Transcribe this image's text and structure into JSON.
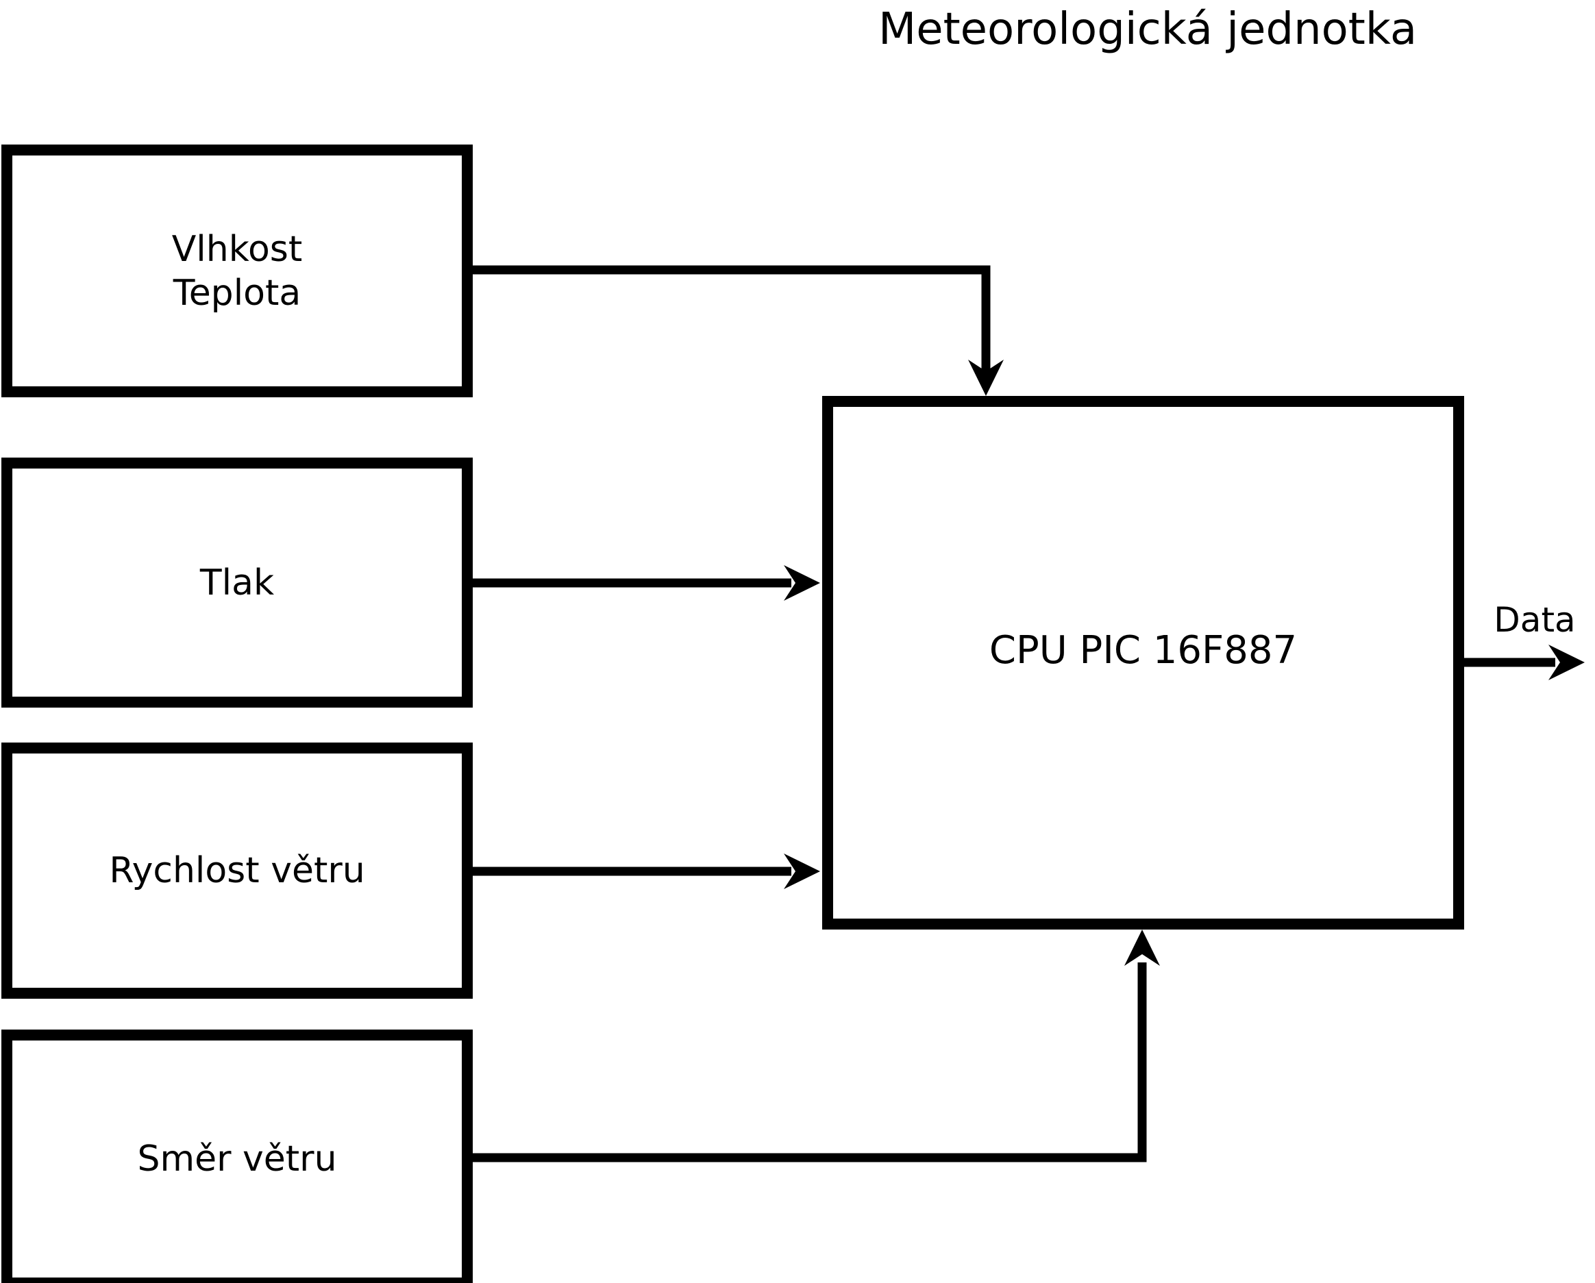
{
  "title": "Meteorologická jednotka",
  "diagram": {
    "sensors": [
      {
        "id": "humidity-temperature",
        "label_lines": [
          "Vlhkost",
          "Teplota"
        ]
      },
      {
        "id": "pressure",
        "label": "Tlak"
      },
      {
        "id": "wind-speed",
        "label": "Rychlost větru"
      },
      {
        "id": "wind-direction",
        "label": "Směr větru"
      }
    ],
    "cpu": {
      "label": "CPU PIC 16F887"
    },
    "output": {
      "label": "Data"
    }
  },
  "colors": {
    "stroke": "#000000",
    "background": "#ffffff"
  }
}
